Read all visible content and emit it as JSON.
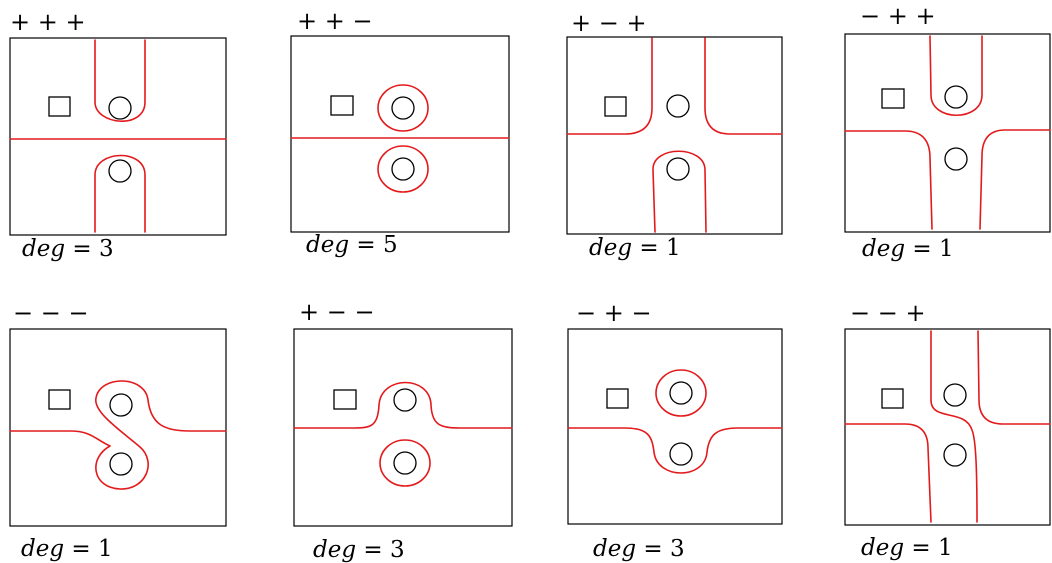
{
  "panels": [
    {
      "signs": "+ + +",
      "degree_label": "deg = 3"
    },
    {
      "signs": "+ + −",
      "degree_label": "deg = 5"
    },
    {
      "signs": "+ − +",
      "degree_label": "deg = 1"
    },
    {
      "signs": "− + +",
      "degree_label": "deg = 1"
    },
    {
      "signs": "− − −",
      "degree_label": "deg = 1"
    },
    {
      "signs": "+ − −",
      "degree_label": "deg = 3"
    },
    {
      "signs": "− + −",
      "degree_label": "deg = 3"
    },
    {
      "signs": "− − +",
      "degree_label": "deg = 1"
    }
  ],
  "colors": {
    "curve": "#e31a1c",
    "outline": "#000000"
  }
}
